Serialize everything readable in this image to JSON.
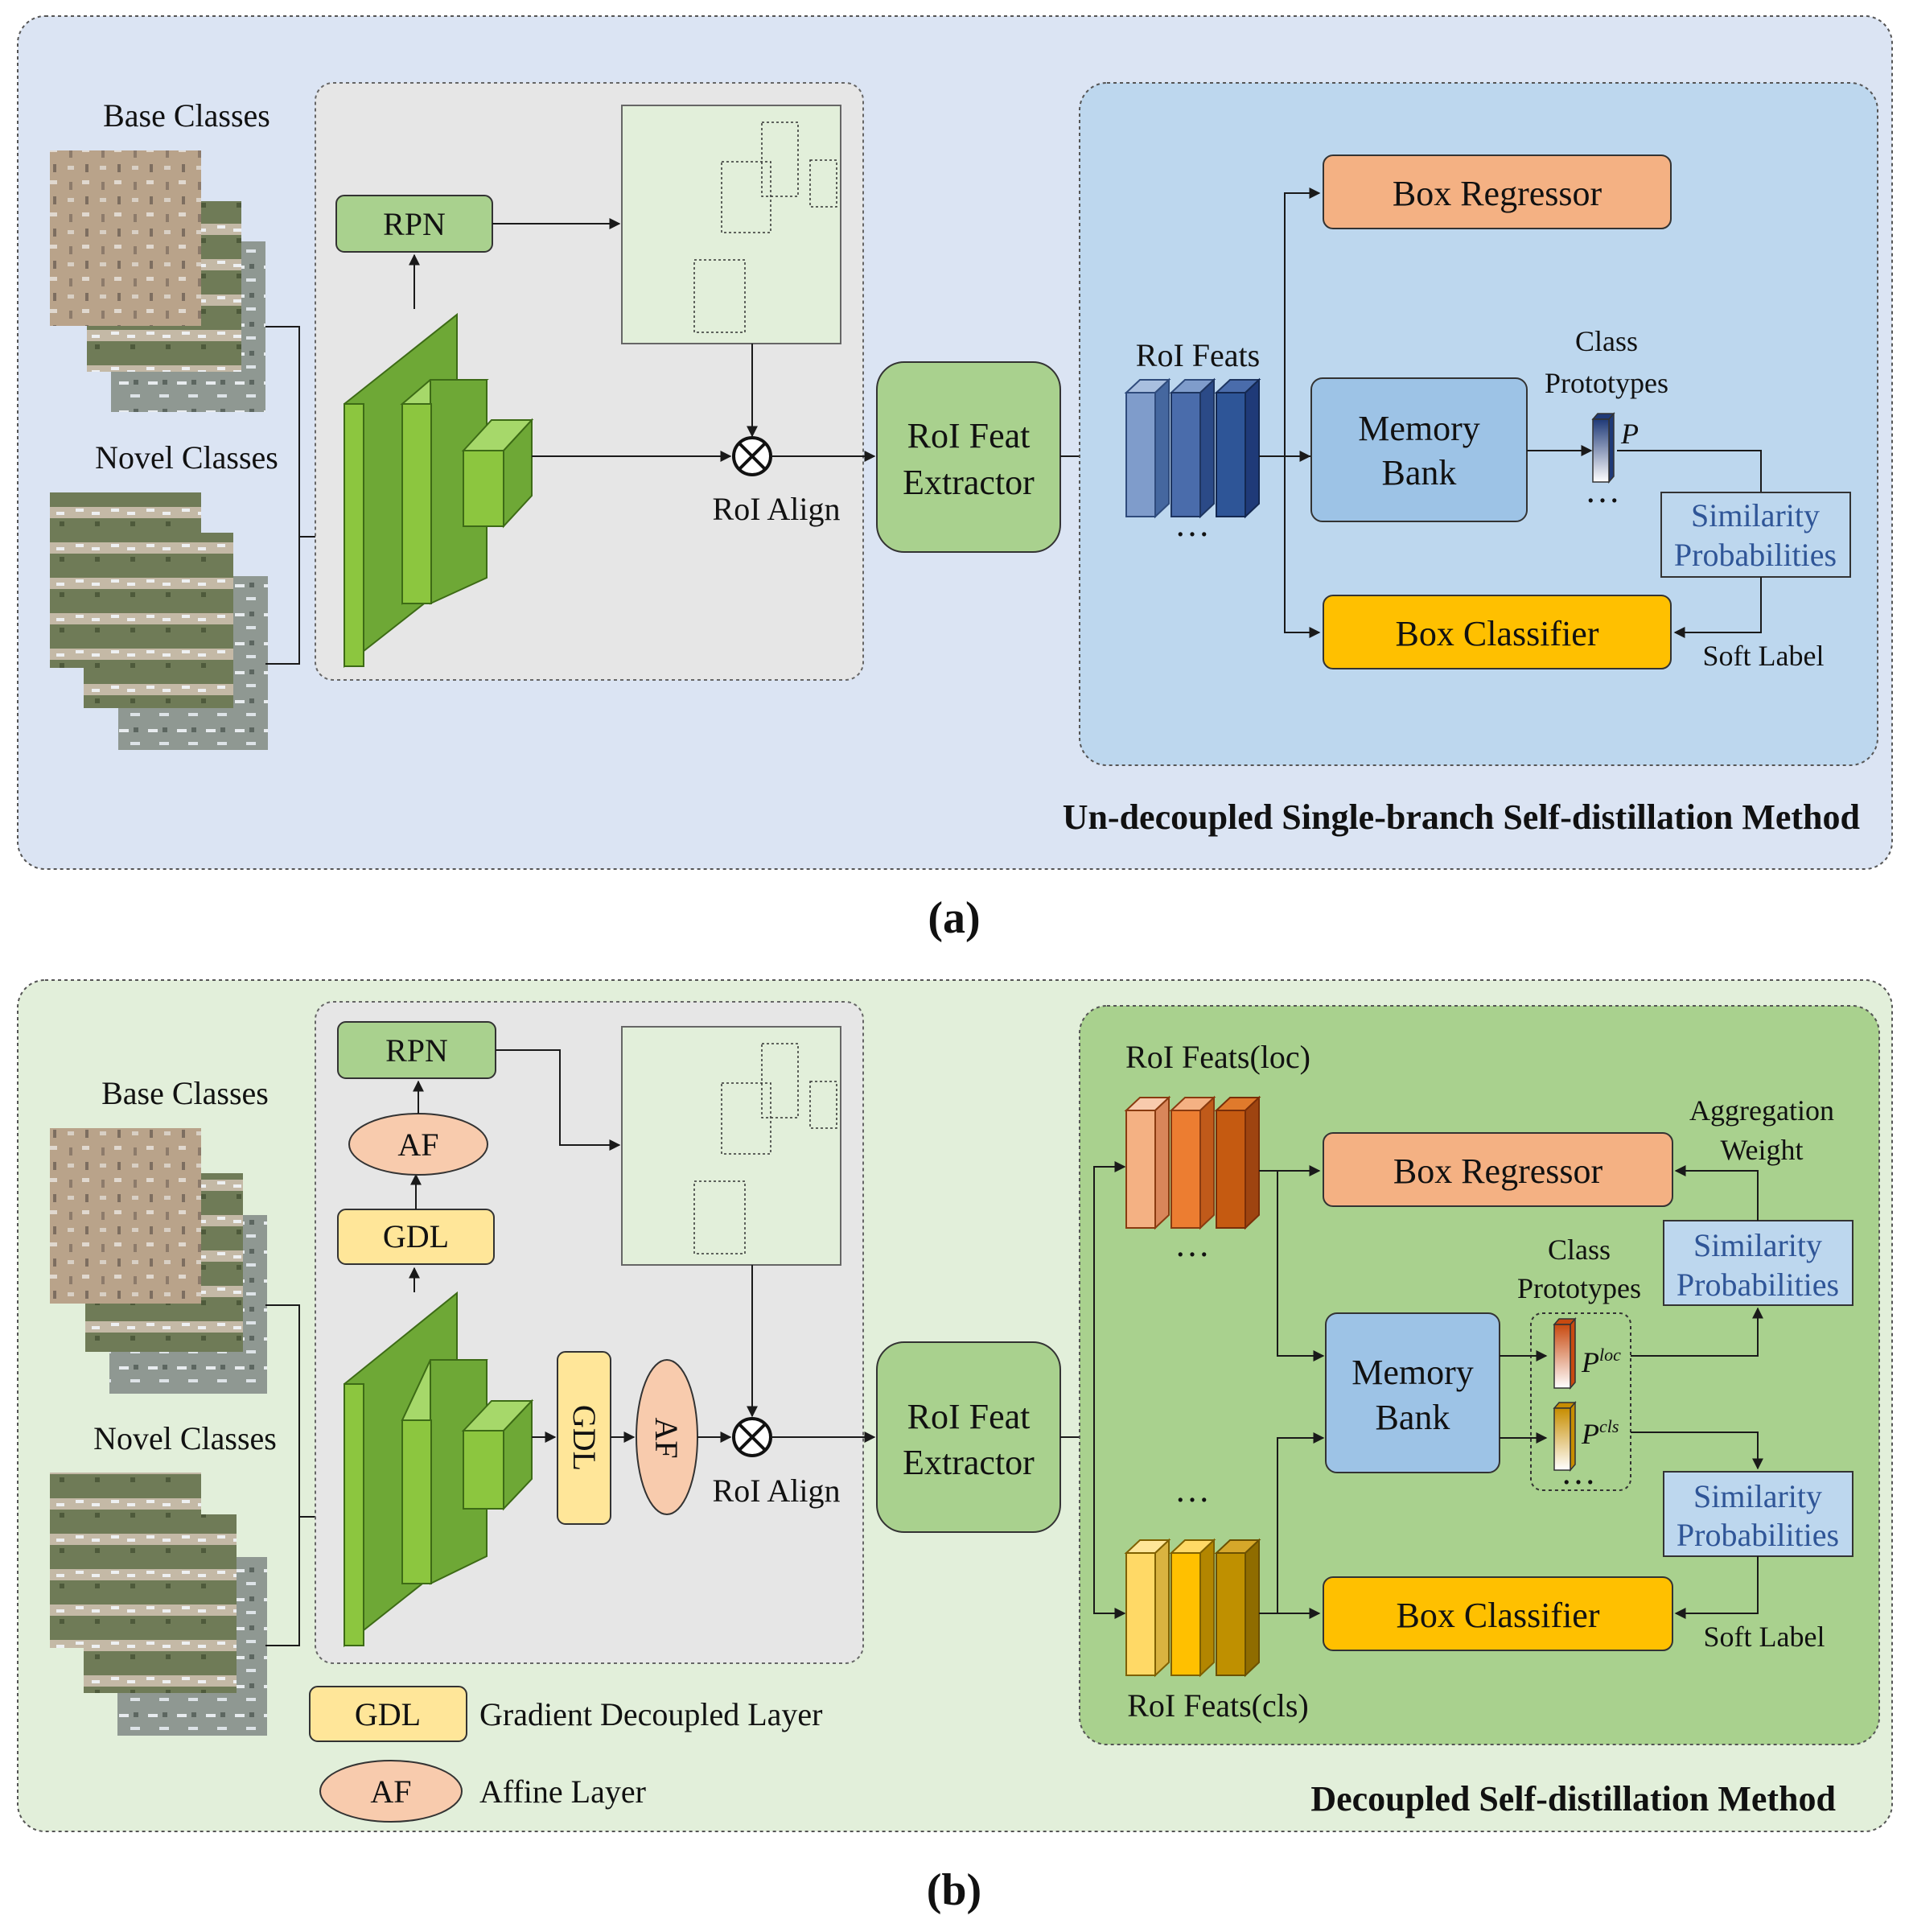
{
  "panel_a": {
    "title": "Un-decoupled Single-branch Self-distillation Method",
    "caption": "(a)",
    "base_classes": "Base Classes",
    "novel_classes": "Novel Classes",
    "rpn": "RPN",
    "roi_align": "RoI Align",
    "roi_feat_extractor_1": "RoI Feat",
    "roi_feat_extractor_2": "Extractor",
    "roi_feats": "RoI Feats",
    "ellipsis": "…",
    "box_regressor": "Box Regressor",
    "memory_bank_1": "Memory",
    "memory_bank_2": "Bank",
    "class_prototypes_1": "Class",
    "class_prototypes_2": "Prototypes",
    "prototype_symbol": "P",
    "similarity_1": "Similarity",
    "similarity_2": "Probabilities",
    "box_classifier": "Box Classifier",
    "soft_label": "Soft Label"
  },
  "panel_b": {
    "title": "Decoupled Self-distillation Method",
    "caption": "(b)",
    "base_classes": "Base Classes",
    "novel_classes": "Novel Classes",
    "rpn": "RPN",
    "af": "AF",
    "gdl": "GDL",
    "roi_align": "RoI Align",
    "roi_feat_extractor_1": "RoI Feat",
    "roi_feat_extractor_2": "Extractor",
    "roi_feats_loc": "RoI Feats(loc)",
    "roi_feats_cls": "RoI Feats(cls)",
    "ellipsis": "…",
    "box_regressor": "Box Regressor",
    "box_classifier": "Box Classifier",
    "aggregation_1": "Aggregation",
    "aggregation_2": "Weight",
    "class_prototypes_1": "Class",
    "class_prototypes_2": "Prototypes",
    "memory_bank_1": "Memory",
    "memory_bank_2": "Bank",
    "p_base": "P",
    "p_loc_sup": "loc",
    "p_cls_sup": "cls",
    "similarity_1": "Similarity",
    "similarity_2": "Probabilities",
    "soft_label": "Soft Label",
    "legend_gdl_label": "Gradient Decoupled Layer",
    "legend_af_label": "Affine Layer"
  },
  "colors": {
    "panel_a_bg": "#dbe4f3",
    "panel_b_bg": "#e2efda",
    "backbone_green": "#8cc63f",
    "rpn_green": "#a9d18e",
    "box_regressor": "#f4b183",
    "box_classifier": "#ffc000",
    "memory_bank": "#9dc3e6",
    "gdl_yellow": "#ffe699",
    "af_salmon": "#f8cbad"
  }
}
